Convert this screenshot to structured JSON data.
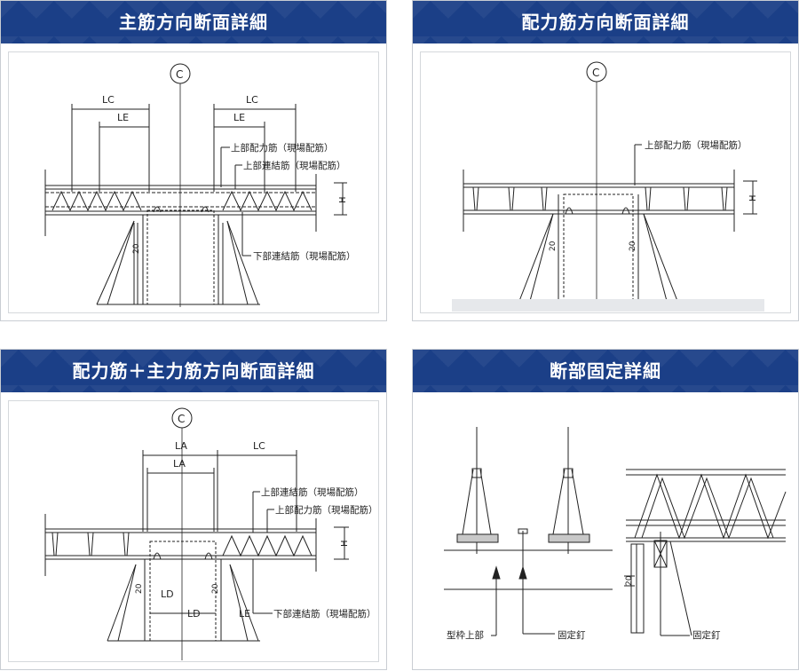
{
  "panels": {
    "p1": {
      "title": "主筋方向断面詳細",
      "centerline": "C",
      "dim_lc_left": "LC",
      "dim_le_left": "LE",
      "dim_lc_right": "LC",
      "dim_le_right": "LE",
      "label_top_rebar": "上部配力筋（現場配筋）",
      "label_top_tie": "上部連結筋（現場配筋）",
      "label_bottom_tie": "下部連結筋（現場配筋）",
      "dim_h": "H",
      "dim_20": "20"
    },
    "p2": {
      "title": "配力筋方向断面詳細",
      "centerline": "C",
      "label_top_rebar": "上部配力筋（現場配筋）",
      "dim_h": "H",
      "dim_20_left": "20",
      "dim_20_right": "20"
    },
    "p3": {
      "title": "配力筋＋主力筋方向断面詳細",
      "centerline": "C",
      "dim_la_top": "LA",
      "dim_la_inner": "LA",
      "dim_lc": "LC",
      "label_top_tie": "上部連結筋（現場配筋）",
      "label_top_rebar": "上部配力筋（現場配筋）",
      "label_bottom_tie": "下部連結筋（現場配筋）",
      "dim_h": "H",
      "dim_ld_1": "LD",
      "dim_ld_2": "LD",
      "dim_le": "LE",
      "dim_20_left": "20",
      "dim_20_right": "20"
    },
    "p4": {
      "title": "断部固定詳細",
      "label_form_top": "型枠上部",
      "label_nail_1": "固定釘",
      "label_nail_2": "固定釘",
      "dim_20": "20"
    }
  },
  "colors": {
    "header_bg": "#1b3f87",
    "header_text": "#ffffff",
    "line": "#222222"
  }
}
